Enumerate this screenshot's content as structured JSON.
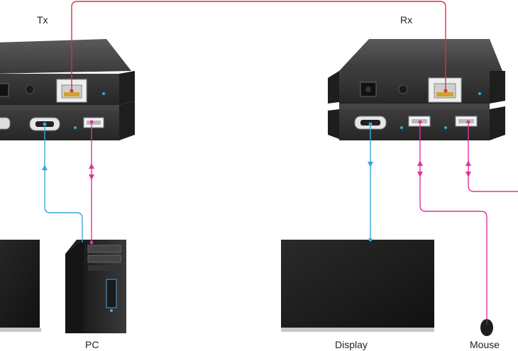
{
  "labels": {
    "tx": "Tx",
    "rx": "Rx",
    "pc": "PC",
    "display": "Display",
    "mouse": "Mouse"
  },
  "colors": {
    "network_line": "#d9323f",
    "video_line": "#35a8dc",
    "usb_line": "#e0359a",
    "device_dark": "#2b2b2b",
    "screen_frame": "#c8c8c8"
  },
  "icons": {
    "rj45_port": "ethernet-port-icon",
    "hdmi_port": "hdmi-port-icon",
    "usb_port": "usb-port-icon",
    "power_port": "power-jack-icon"
  }
}
